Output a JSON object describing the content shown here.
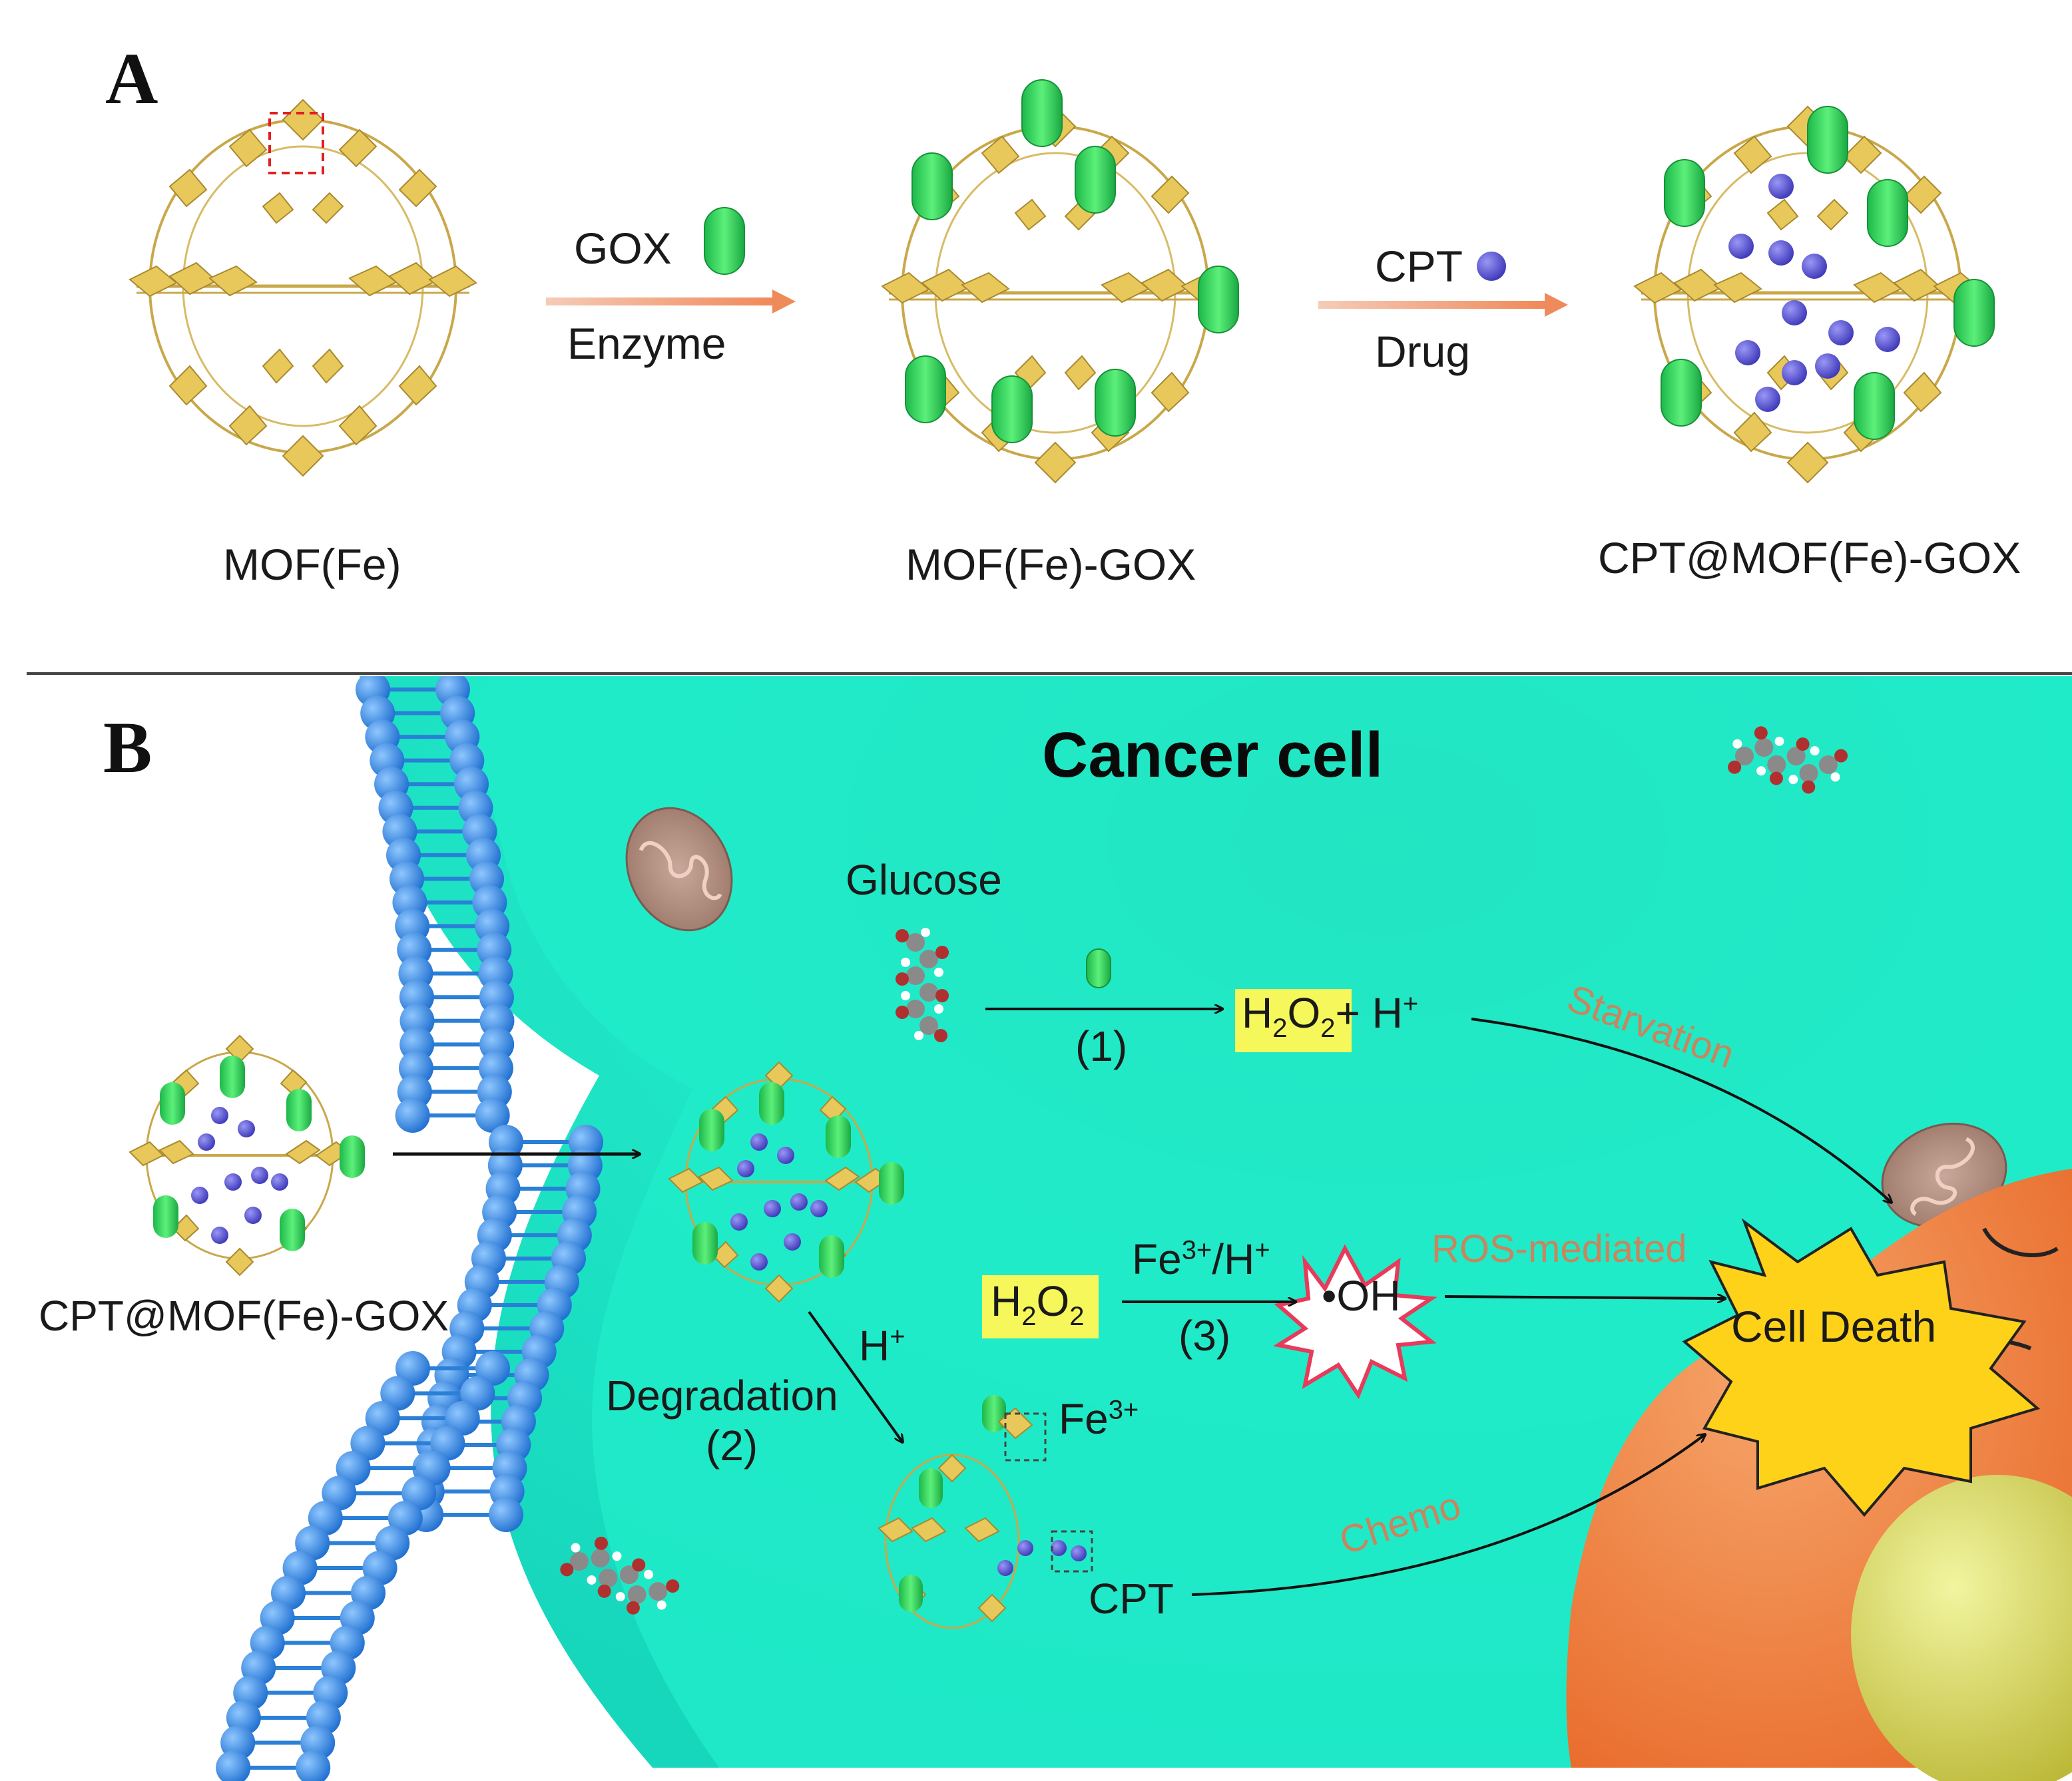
{
  "panel_a": {
    "letter": "A",
    "labels": {
      "mof": "MOF(Fe)",
      "mof_gox": "MOF(Fe)-GOX",
      "cpt_mof_gox": "CPT@MOF(Fe)-GOX"
    },
    "arrow1": {
      "top": "GOX",
      "bottom": "Enzyme"
    },
    "arrow2": {
      "top": "CPT",
      "bottom": "Drug"
    }
  },
  "panel_b": {
    "letter": "B",
    "title": "Cancer cell",
    "external_label": "CPT@MOF(Fe)-GOX",
    "glucose": "Glucose",
    "step1": "(1)",
    "step2": "(2)",
    "step3": "(3)",
    "degradation": "Degradation",
    "h_plus": "H",
    "h_plus_sup": "+",
    "product1_h": "H",
    "product1_2a": "2",
    "product1_o": "O",
    "product1_2b": "2",
    "product1_rest": "+ H",
    "product1_sup": "+",
    "h2o2_h": "H",
    "h2o2_2a": "2",
    "h2o2_o": "O",
    "h2o2_2b": "2",
    "fe_catalyst": "Fe",
    "fe_catalyst_sup": "3+",
    "fe_catalyst_rest": "/H",
    "fe_catalyst_rest_sup": "+",
    "oh_radical": "•OH",
    "fe3": "Fe",
    "fe3_sup": "3+",
    "cpt": "CPT",
    "starvation": "Starvation",
    "ros": "ROS-mediated",
    "chemo": "Chemo",
    "cell_death": "Cell Death"
  },
  "colors": {
    "cytoplasm": "#22e6c4",
    "membrane_bead": "#3b8ce6",
    "mof_gold": "#e8c85a",
    "gox_green": "#2fd65a",
    "cpt_purple": "#5a55d6",
    "highlight": "#f6f75a",
    "nucleus": "#f07a3a",
    "death_burst": "#ffd21a",
    "path_label": "#c8855e"
  }
}
